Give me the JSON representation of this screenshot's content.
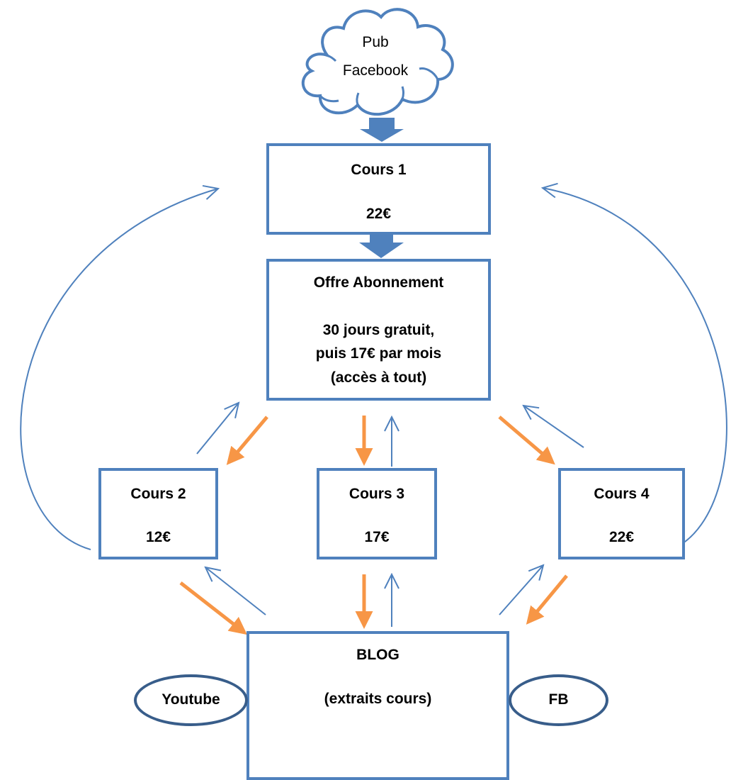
{
  "colors": {
    "blue": "#4f81bd",
    "dark_blue": "#385d8a",
    "orange": "#f79646"
  },
  "cloud": {
    "line1": "Pub",
    "line2": "Facebook"
  },
  "cours1": {
    "title": "Cours 1",
    "price": "22€"
  },
  "offre": {
    "title": "Offre Abonnement",
    "line1": "30 jours gratuit,",
    "line2": "puis 17€ par mois",
    "line3": "(accès à tout)"
  },
  "cours2": {
    "title": "Cours 2",
    "price": "12€"
  },
  "cours3": {
    "title": "Cours 3",
    "price": "17€"
  },
  "cours4": {
    "title": "Cours 4",
    "price": "22€"
  },
  "blog": {
    "title": "BLOG",
    "subtitle": "(extraits cours)"
  },
  "youtube": {
    "label": "Youtube"
  },
  "fb": {
    "label": "FB"
  }
}
